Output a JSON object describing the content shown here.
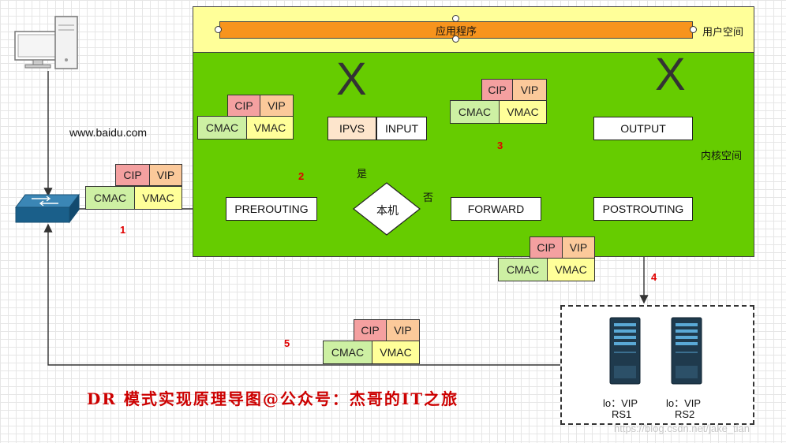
{
  "app_bar": {
    "label": "应用程序",
    "user_space": "用户空间"
  },
  "kernel_label": "内核空间",
  "client": {
    "domain": "www.baidu.com"
  },
  "nodes": {
    "ipvs": "IPVS",
    "input": "INPUT",
    "output": "OUTPUT",
    "prerouting": "PREROUTING",
    "local": "本机",
    "forward": "FORWARD",
    "postrouting": "POSTROUTING"
  },
  "edge_labels": {
    "yes": "是",
    "no": "否"
  },
  "blocked_mark": "X",
  "packets": [
    {
      "step": "1",
      "cip": "CIP",
      "vip": "VIP",
      "cmac": "CMAC",
      "vmac": "VMAC"
    },
    {
      "step": "2",
      "cip": "CIP",
      "vip": "VIP",
      "cmac": "CMAC",
      "vmac": "VMAC"
    },
    {
      "step": "3",
      "cip": "CIP",
      "vip": "VIP",
      "cmac": "CMAC",
      "vmac": "VMAC"
    },
    {
      "step": "4",
      "cip": "CIP",
      "vip": "VIP",
      "cmac": "CMAC",
      "vmac": "VMAC"
    },
    {
      "step": "5",
      "cip": "CIP",
      "vip": "VIP",
      "cmac": "CMAC",
      "vmac": "VMAC"
    }
  ],
  "real_servers": [
    {
      "lo": "lo：VIP",
      "name": "RS1"
    },
    {
      "lo": "lo：VIP",
      "name": "RS2"
    }
  ],
  "caption": "DR 模式实现原理导图@公众号：杰哥的IT之旅",
  "watermark": "https://blog.csdn.net/jake_tian",
  "colors": {
    "kernel": "#66cc00",
    "user_space": "#ffff99",
    "app_bar": "#f7941d",
    "caption": "#cc0000",
    "switch": "#1a5f8a"
  }
}
